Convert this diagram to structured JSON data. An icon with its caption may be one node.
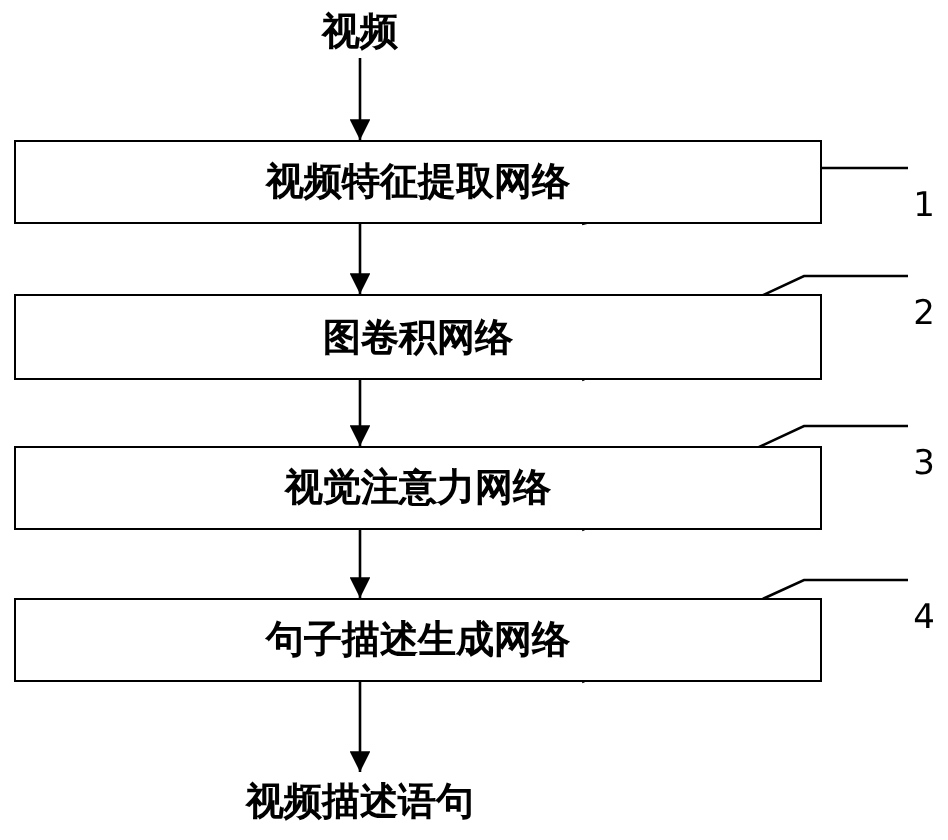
{
  "diagram": {
    "nodes": [
      {
        "text": [
          "视频"
        ]
      },
      {
        "text": [
          "视频特征提取网络"
        ]
      },
      {
        "text": [
          "1"
        ]
      },
      {
        "text": [
          "图卷积网络"
        ]
      },
      {
        "text": [
          "2"
        ]
      },
      {
        "text": [
          "视觉注意力网络"
        ]
      },
      {
        "text": [
          "3"
        ]
      },
      {
        "text": [
          "句子描述生成网络"
        ]
      },
      {
        "text": [
          "4"
        ]
      },
      {
        "text": [
          "视频描述语句"
        ]
      }
    ],
    "edges": [
      {
        "from": 0,
        "to": 1,
        "arrow": "to"
      },
      {
        "from": 1,
        "to": 3,
        "arrow": "to"
      },
      {
        "from": 3,
        "to": 5,
        "arrow": "to"
      },
      {
        "from": 5,
        "to": 7,
        "arrow": "to"
      },
      {
        "from": 7,
        "to": 9,
        "arrow": "to"
      },
      {
        "from": 2,
        "to": 1,
        "arrow": "none"
      },
      {
        "from": 4,
        "to": 3,
        "arrow": "none"
      },
      {
        "from": 6,
        "to": 5,
        "arrow": "none"
      },
      {
        "from": 8,
        "to": 7,
        "arrow": "none"
      }
    ]
  }
}
